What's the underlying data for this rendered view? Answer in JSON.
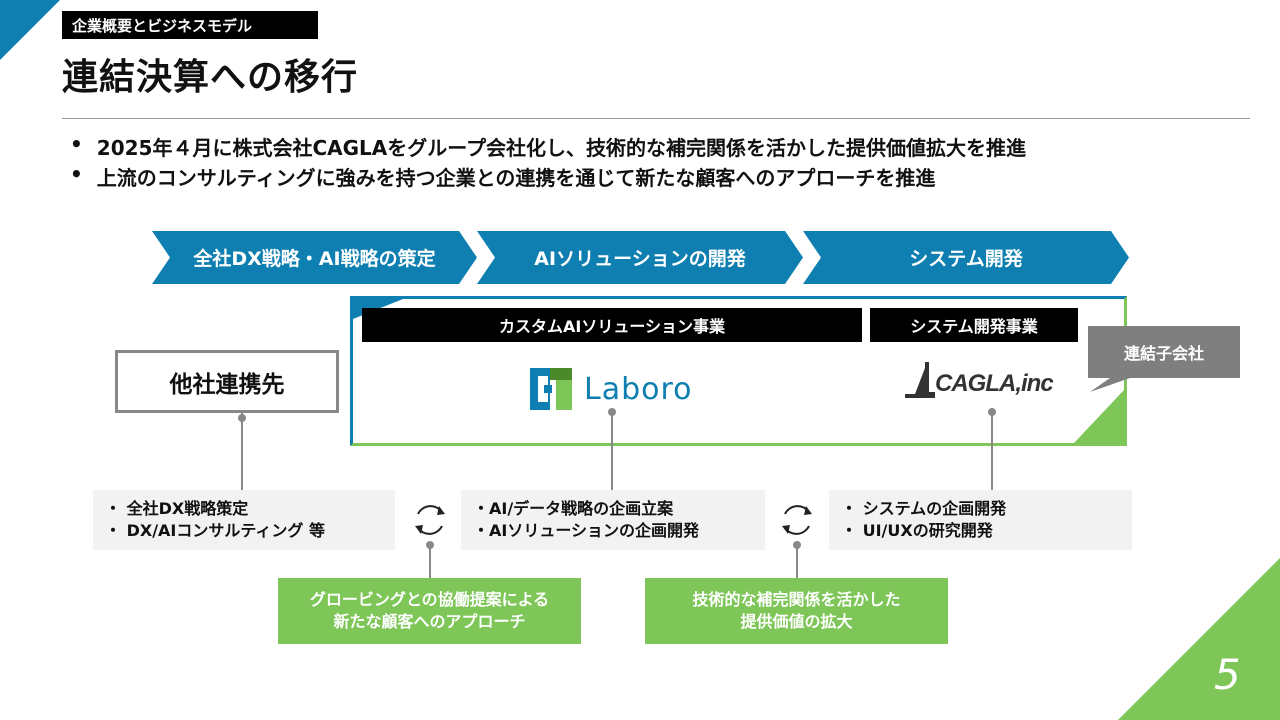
{
  "header": {
    "section_tag": "企業概要とビジネスモデル",
    "title": "連結決算への移行"
  },
  "bullets": [
    "2025年４月に株式会社CAGLAをグループ会社化し、技術的な補完関係を活かした提供価値拡大を推進",
    "上流のコンサルティングに強みを持つ企業との連携を通じて新たな顧客へのアプローチを推進"
  ],
  "bullet_mark": "•",
  "stages": [
    "全社DX戦略・AI戦略の策定",
    "AIソリューションの開発",
    "システム開発"
  ],
  "businesses": {
    "ai": "カスタムAIソリューション事業",
    "system": "システム開発事業"
  },
  "logos": {
    "laboro": "Laboro",
    "cagla": "CAGLA,inc"
  },
  "callout": "連結子会社",
  "partner": "他社連携先",
  "roles": {
    "partner": [
      "・ 全社DX戦略策定",
      "・ DX/AIコンサルティング 等"
    ],
    "laboro": [
      "・AI/データ戦略の企画立案",
      "・AIソリューションの企画開発"
    ],
    "cagla": [
      "・ システムの企画開発",
      "・ UI/UXの研究開発"
    ]
  },
  "synergies": [
    [
      "グロービングとの協働提案による",
      "新たな顧客へのアプローチ"
    ],
    [
      "技術的な補完関係を活かした",
      "提供価値の拡大"
    ]
  ],
  "page_number": "5",
  "colors": {
    "blue": "#0e7fb0",
    "green": "#7dc657",
    "gray": "#7f7f7f"
  }
}
